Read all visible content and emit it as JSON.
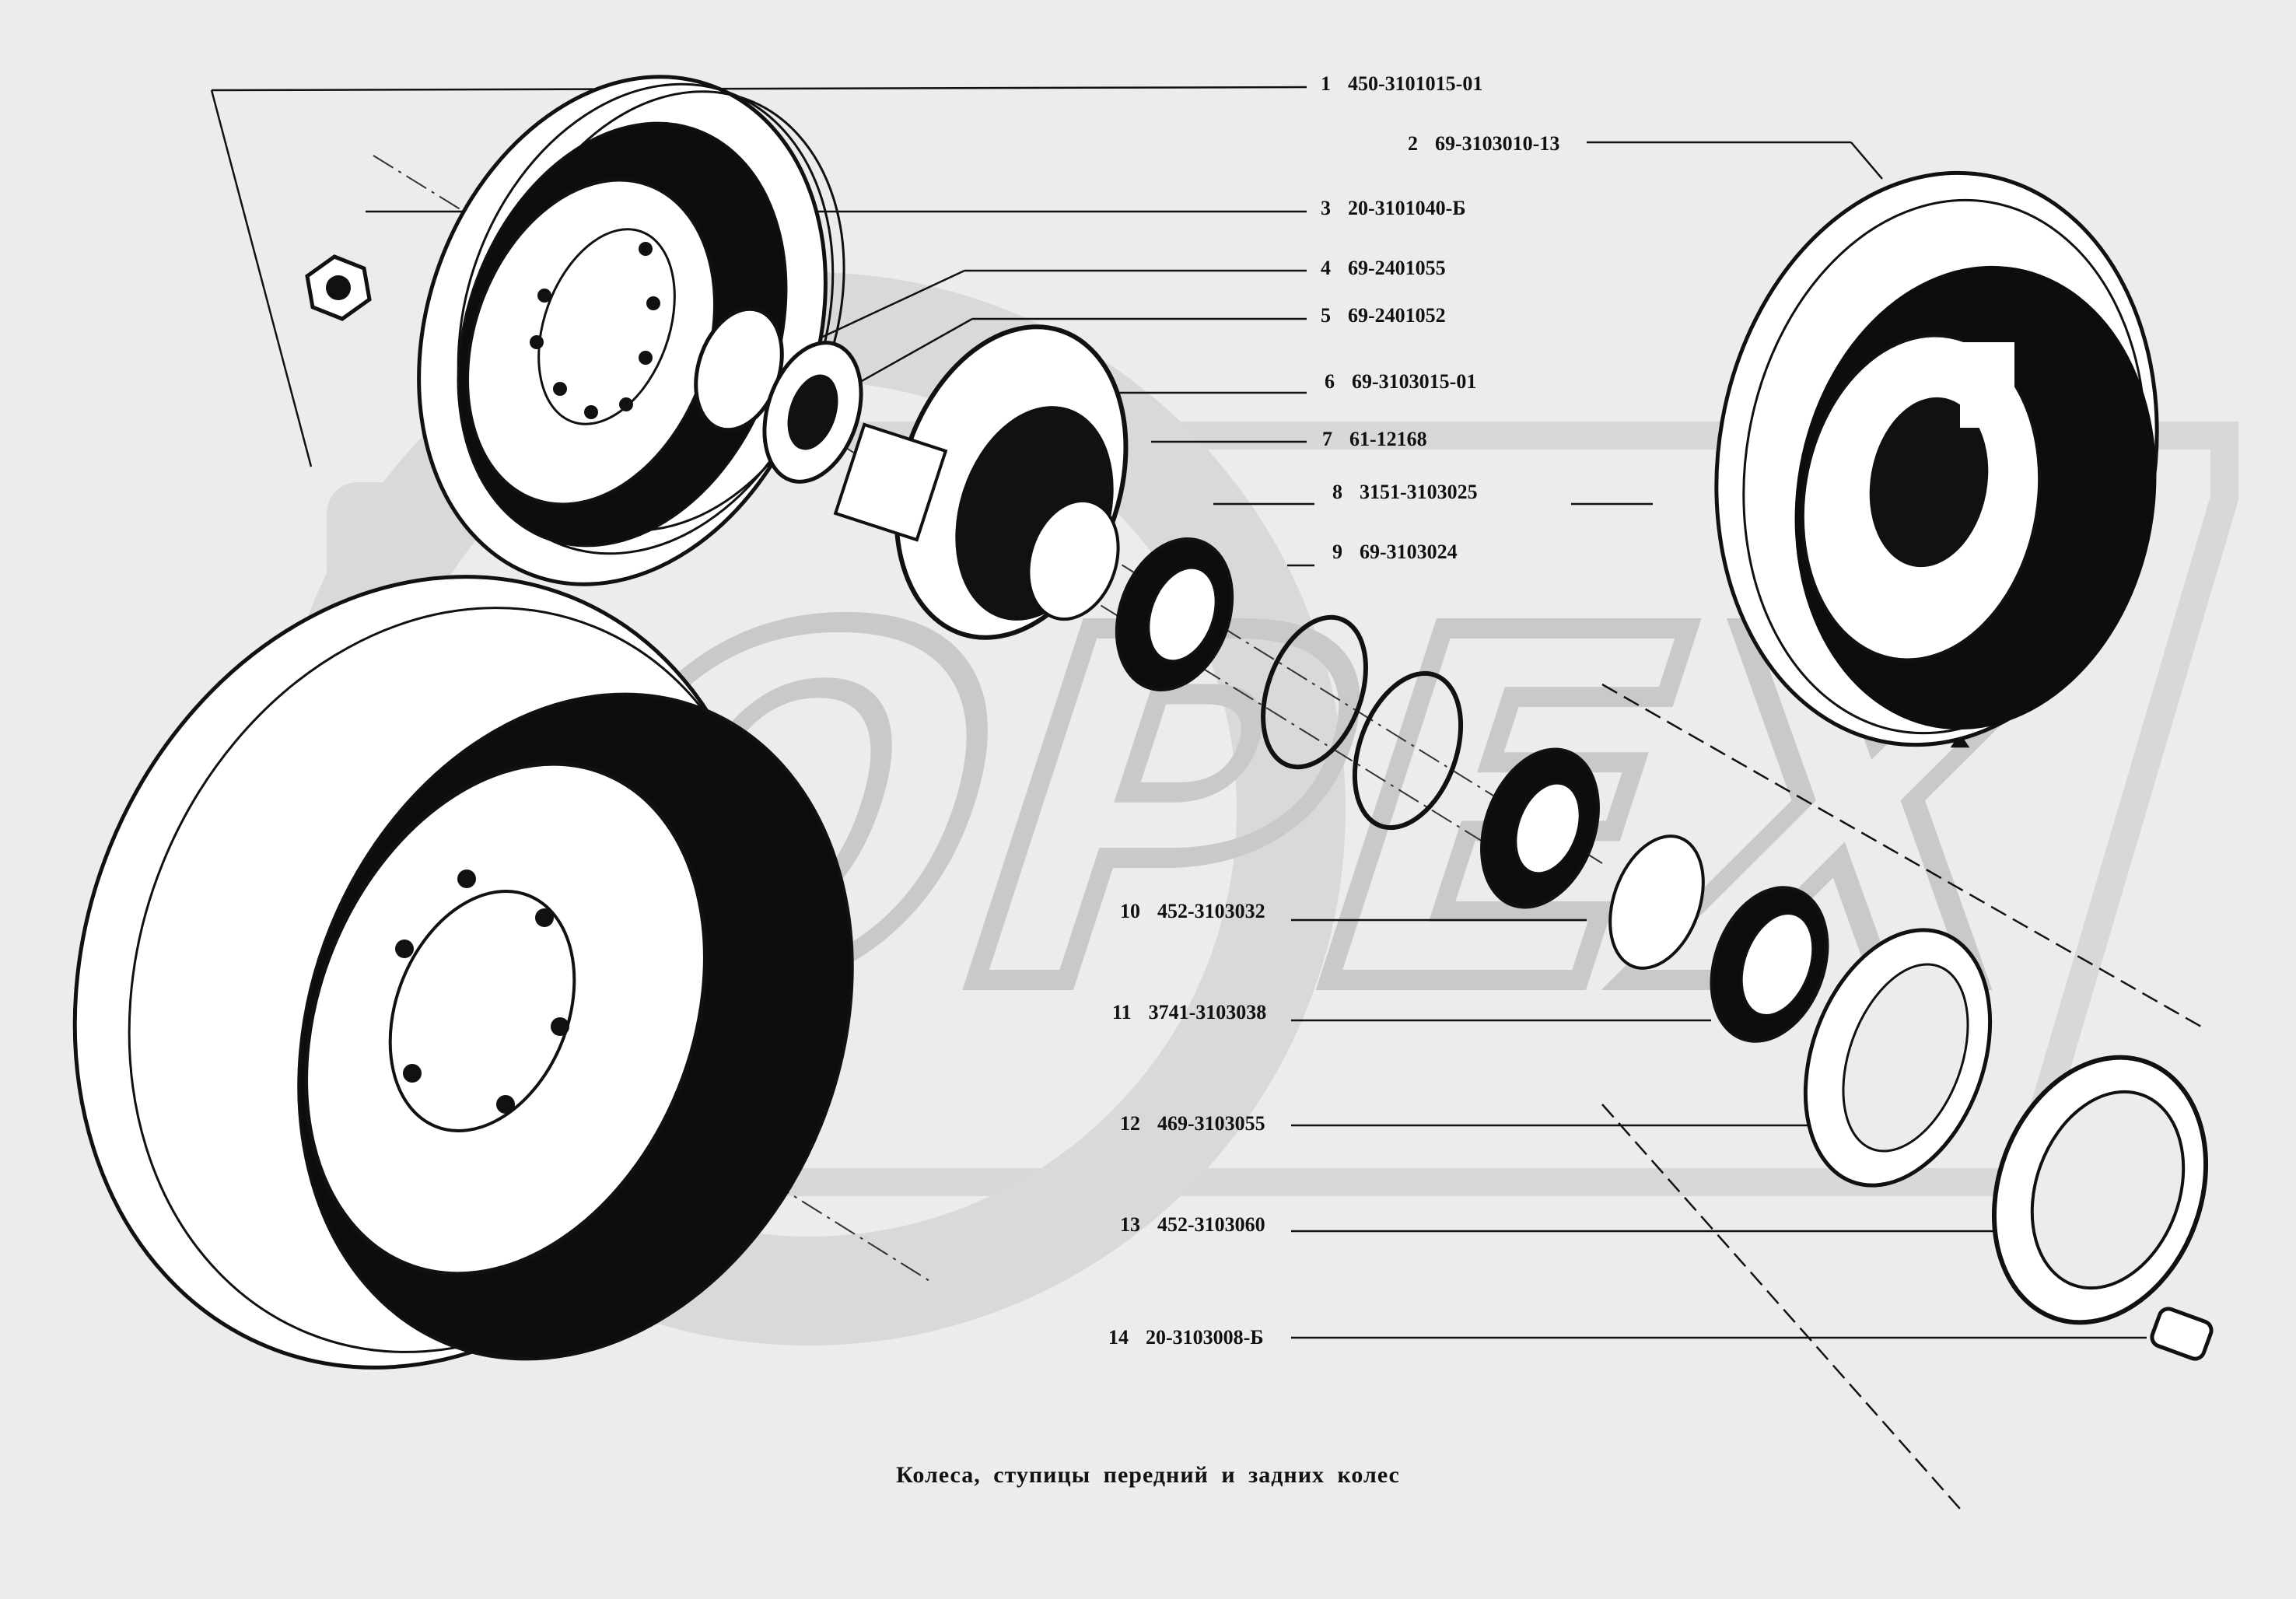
{
  "diagram": {
    "caption": "Колеса, ступицы передний и задних колес",
    "watermark": "OPEX",
    "colors": {
      "background": "#ececec",
      "ink": "#0d0d0d",
      "watermark": "#d9d9d9"
    }
  },
  "parts": [
    {
      "num": "1",
      "code": "450-3101015-01"
    },
    {
      "num": "2",
      "code": "69-3103010-13"
    },
    {
      "num": "3",
      "code": "20-3101040-Б"
    },
    {
      "num": "4",
      "code": "69-2401055"
    },
    {
      "num": "5",
      "code": "69-2401052"
    },
    {
      "num": "6",
      "code": "69-3103015-01"
    },
    {
      "num": "7",
      "code": "61-12168"
    },
    {
      "num": "8",
      "code": "3151-3103025"
    },
    {
      "num": "9",
      "code": "69-3103024"
    },
    {
      "num": "10",
      "code": "452-3103032"
    },
    {
      "num": "11",
      "code": "3741-3103038"
    },
    {
      "num": "12",
      "code": "469-3103055"
    },
    {
      "num": "13",
      "code": "452-3103060"
    },
    {
      "num": "14",
      "code": "20-3103008-Б"
    }
  ]
}
